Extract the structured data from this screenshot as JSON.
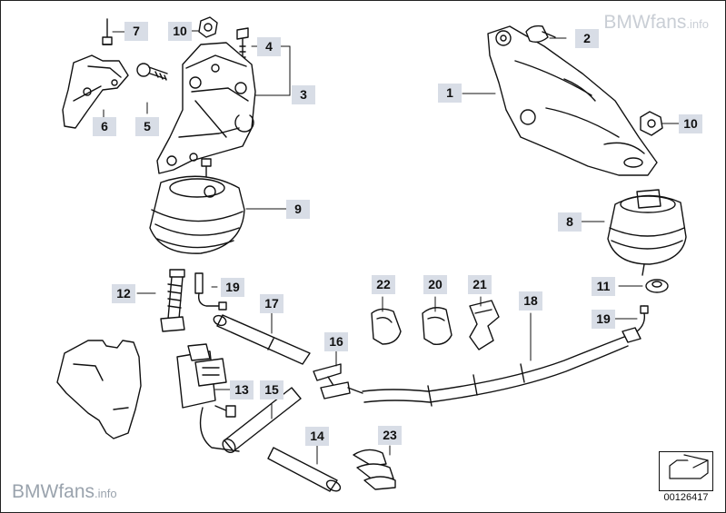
{
  "watermarks": {
    "brand": "BMWfans",
    "domain": ".info"
  },
  "reference_number": "00126417",
  "callouts": [
    {
      "id": "c1",
      "text": "1"
    },
    {
      "id": "c2",
      "text": "2"
    },
    {
      "id": "c3",
      "text": "3"
    },
    {
      "id": "c4",
      "text": "4"
    },
    {
      "id": "c5",
      "text": "5"
    },
    {
      "id": "c6",
      "text": "6"
    },
    {
      "id": "c7",
      "text": "7"
    },
    {
      "id": "c8",
      "text": "8"
    },
    {
      "id": "c9",
      "text": "9"
    },
    {
      "id": "c10a",
      "text": "10"
    },
    {
      "id": "c10b",
      "text": "10"
    },
    {
      "id": "c11",
      "text": "11"
    },
    {
      "id": "c12",
      "text": "12"
    },
    {
      "id": "c13",
      "text": "13"
    },
    {
      "id": "c14",
      "text": "14"
    },
    {
      "id": "c15",
      "text": "15"
    },
    {
      "id": "c16",
      "text": "16"
    },
    {
      "id": "c17",
      "text": "17"
    },
    {
      "id": "c18",
      "text": "18"
    },
    {
      "id": "c19a",
      "text": "19"
    },
    {
      "id": "c19b",
      "text": "19"
    },
    {
      "id": "c20",
      "text": "20"
    },
    {
      "id": "c21",
      "text": "21"
    },
    {
      "id": "c22",
      "text": "22"
    },
    {
      "id": "c23",
      "text": "23"
    }
  ]
}
